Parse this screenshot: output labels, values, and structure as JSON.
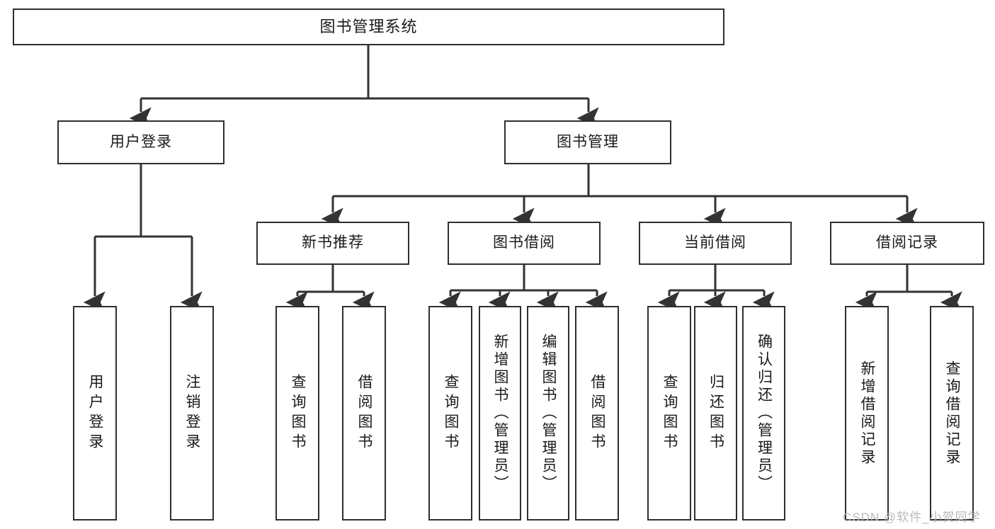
{
  "diagram": {
    "type": "tree-hierarchy-chart",
    "title": "图书管理系统",
    "colors": {
      "background": "#ffffff",
      "box_stroke": "#2f2f2f",
      "box_fill": "#ffffff",
      "connector": "#333333",
      "text": "#1a1a1a",
      "watermark": "#b9b9b9"
    },
    "levels": {
      "level1": [
        "图书管理系统"
      ],
      "level2": [
        "用户登录",
        "图书管理"
      ],
      "level3": [
        "新书推荐",
        "图书借阅",
        "当前借阅",
        "借阅记录"
      ],
      "level4": [
        "用户登录",
        "注销登录",
        "查询图书",
        "借阅图书",
        "查询图书",
        "新增图书（管理员）",
        "编辑图书（管理员）",
        "借阅图书",
        "查询图书",
        "归还图书",
        "确认归还（管理员）",
        "新增借阅记录",
        "查询借阅记录"
      ]
    }
  },
  "root": {
    "label": "图书管理系统"
  },
  "branches": [
    {
      "label": "用户登录",
      "children": [
        {
          "label": "用户登录"
        },
        {
          "label": "注销登录"
        }
      ]
    },
    {
      "label": "图书管理",
      "groups": [
        {
          "label": "新书推荐",
          "children": [
            {
              "label": "查询图书"
            },
            {
              "label": "借阅图书"
            }
          ]
        },
        {
          "label": "图书借阅",
          "children": [
            {
              "label": "查询图书"
            },
            {
              "label": "新增图书（管理员）"
            },
            {
              "label": "编辑图书（管理员）"
            },
            {
              "label": "借阅图书"
            }
          ]
        },
        {
          "label": "当前借阅",
          "children": [
            {
              "label": "查询图书"
            },
            {
              "label": "归还图书"
            },
            {
              "label": "确认归还（管理员）"
            }
          ]
        },
        {
          "label": "借阅记录",
          "children": [
            {
              "label": "新增借阅记录"
            },
            {
              "label": "查询借阅记录"
            }
          ]
        }
      ]
    }
  ],
  "watermark": {
    "text": "CSDN @软件_小贺同学"
  }
}
